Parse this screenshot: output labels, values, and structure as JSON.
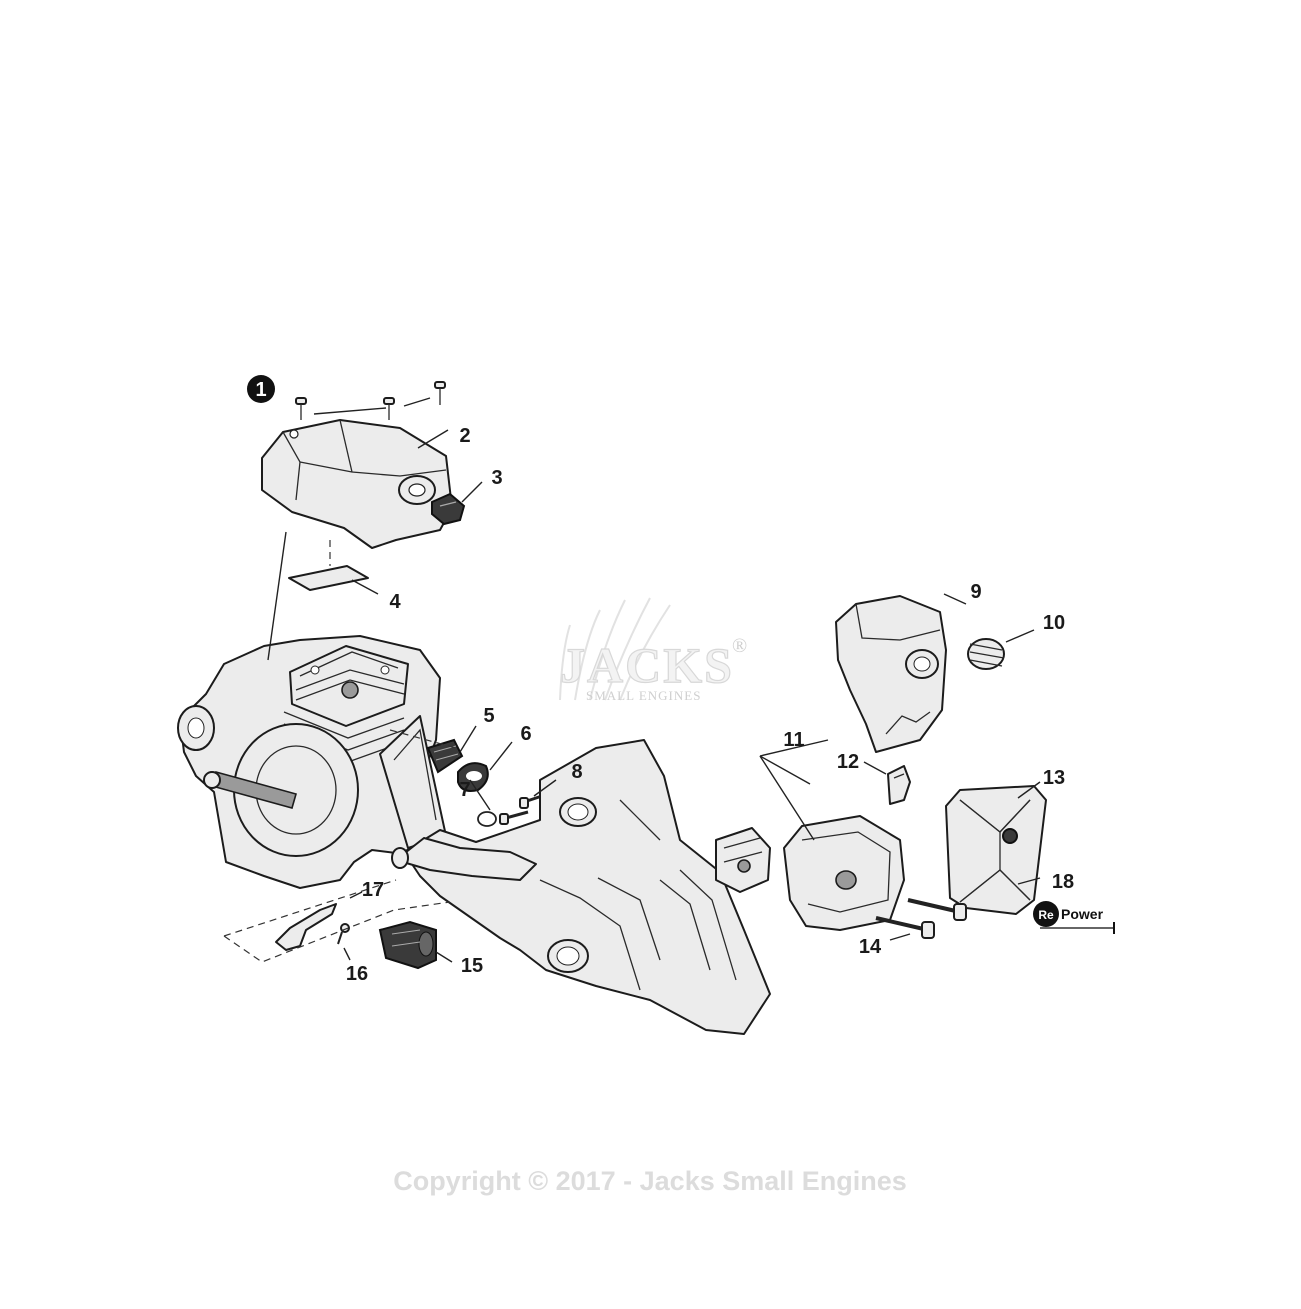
{
  "callouts": [
    {
      "id": "1",
      "label": "1"
    },
    {
      "id": "2",
      "label": "2"
    },
    {
      "id": "3",
      "label": "3"
    },
    {
      "id": "4",
      "label": "4"
    },
    {
      "id": "5",
      "label": "5"
    },
    {
      "id": "6",
      "label": "6"
    },
    {
      "id": "7",
      "label": "7"
    },
    {
      "id": "8",
      "label": "8"
    },
    {
      "id": "9",
      "label": "9"
    },
    {
      "id": "10",
      "label": "10"
    },
    {
      "id": "11",
      "label": "11"
    },
    {
      "id": "12",
      "label": "12"
    },
    {
      "id": "13",
      "label": "13"
    },
    {
      "id": "14",
      "label": "14"
    },
    {
      "id": "15",
      "label": "15"
    },
    {
      "id": "16",
      "label": "16"
    },
    {
      "id": "17",
      "label": "17"
    },
    {
      "id": "18",
      "label": "18"
    }
  ],
  "watermark": {
    "logo_text": "JACKS",
    "logo_mark": "®",
    "logo_subtext": "SMALL ENGINES",
    "copyright": "Copyright © 2017 - Jacks Small Engines"
  },
  "repower_badge": {
    "re": "Re",
    "power": "Power"
  },
  "colors": {
    "line": "#1c1c1c",
    "part_fill": "#ececec",
    "dark_part": "#3a3a3a",
    "watermark": "#dcdcdc"
  }
}
